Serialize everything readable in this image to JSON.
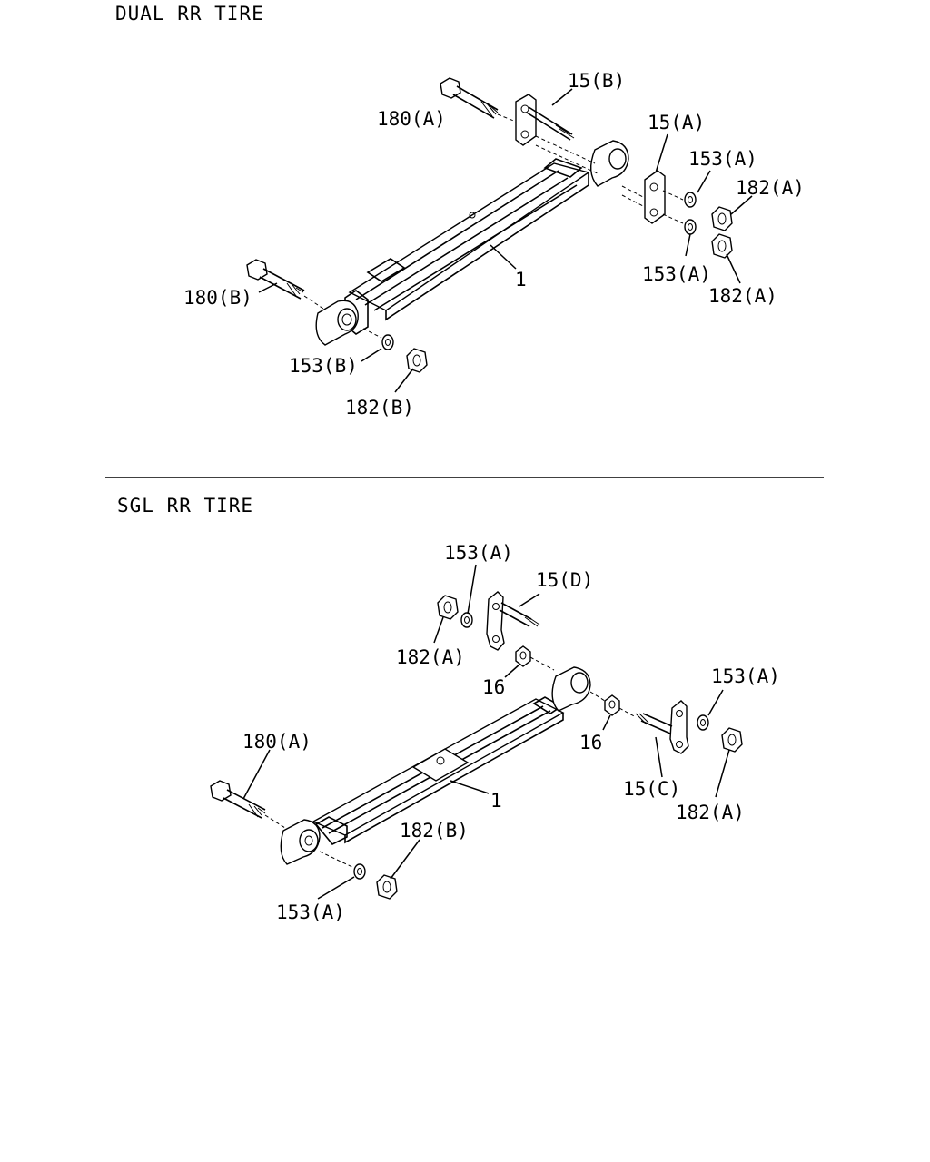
{
  "sections": [
    {
      "title": "DUAL RR TIRE",
      "labels": [
        "180(A)",
        "15(B)",
        "15(A)",
        "153(A)",
        "182(A)",
        "153(A)",
        "182(A)",
        "1",
        "180(B)",
        "153(B)",
        "182(B)"
      ]
    },
    {
      "title": "SGL RR TIRE",
      "labels": [
        "153(A)",
        "15(D)",
        "182(A)",
        "16",
        "153(A)",
        "16",
        "180(A)",
        "1",
        "15(C)",
        "182(A)",
        "182(B)",
        "153(A)"
      ]
    }
  ]
}
